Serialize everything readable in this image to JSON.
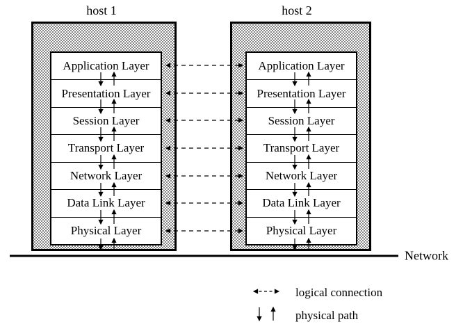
{
  "hosts": {
    "host1": "host 1",
    "host2": "host 2"
  },
  "layers": [
    "Application Layer",
    "Presentation Layer",
    "Session Layer",
    "Transport Layer",
    "Network Layer",
    "Data Link Layer",
    "Physical Layer"
  ],
  "network": {
    "label": "Network"
  },
  "legend": {
    "logical_label": "logical connection",
    "physical_label": "physical path"
  },
  "colors": {
    "line": "#000000",
    "background": "#ffffff",
    "stipple_dot": "#3c3c3c"
  }
}
